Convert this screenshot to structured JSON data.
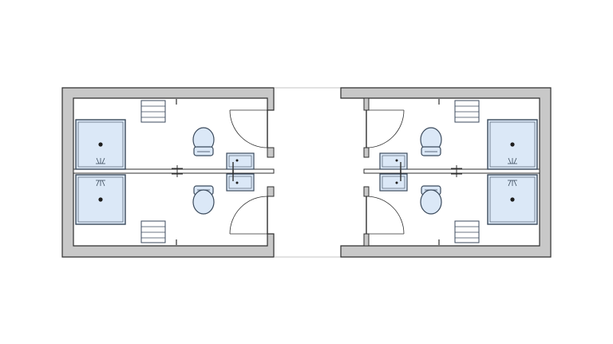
{
  "colors": {
    "background": "#ffffff",
    "wall_fill": "#c8c8c8",
    "wall_stroke": "#2f2f2f",
    "fixture_fill": "#dbe8f7",
    "fixture_stroke": "#3b4a5c",
    "line": "#2f2f2f"
  },
  "units": [
    {
      "name": "unit-left",
      "rooms": [
        "shower-room-top",
        "shower-room-bottom"
      ]
    },
    {
      "name": "unit-right",
      "rooms": [
        "shower-room-top",
        "shower-room-bottom"
      ]
    }
  ],
  "icons": [
    "shower-tray-icon",
    "toilet-icon",
    "sink-icon",
    "door-swing-icon",
    "radiator-icon",
    "drain-icon"
  ]
}
